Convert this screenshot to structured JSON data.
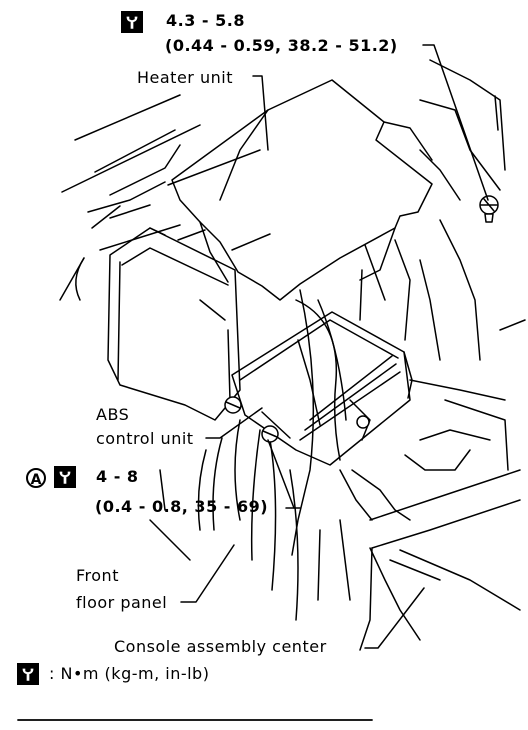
{
  "torque_top": {
    "nm": "4.3 - 5.8",
    "alt": "(0.44 - 0.59, 38.2 - 51.2)"
  },
  "torque_a": {
    "callout": "A",
    "nm": "4 - 8",
    "alt": "(0.4 - 0.8, 35 - 69)"
  },
  "labels": {
    "heater_unit": "Heater unit",
    "abs_line1": "ABS",
    "abs_line2": "control unit",
    "front_line1": "Front",
    "front_line2": "floor panel",
    "console": "Console assembly center"
  },
  "legend": {
    "text": ": N•m (kg-m, in-lb)"
  },
  "icons": {
    "torque_symbol": "torque-wrench-icon",
    "bolt": "bolt-icon"
  }
}
